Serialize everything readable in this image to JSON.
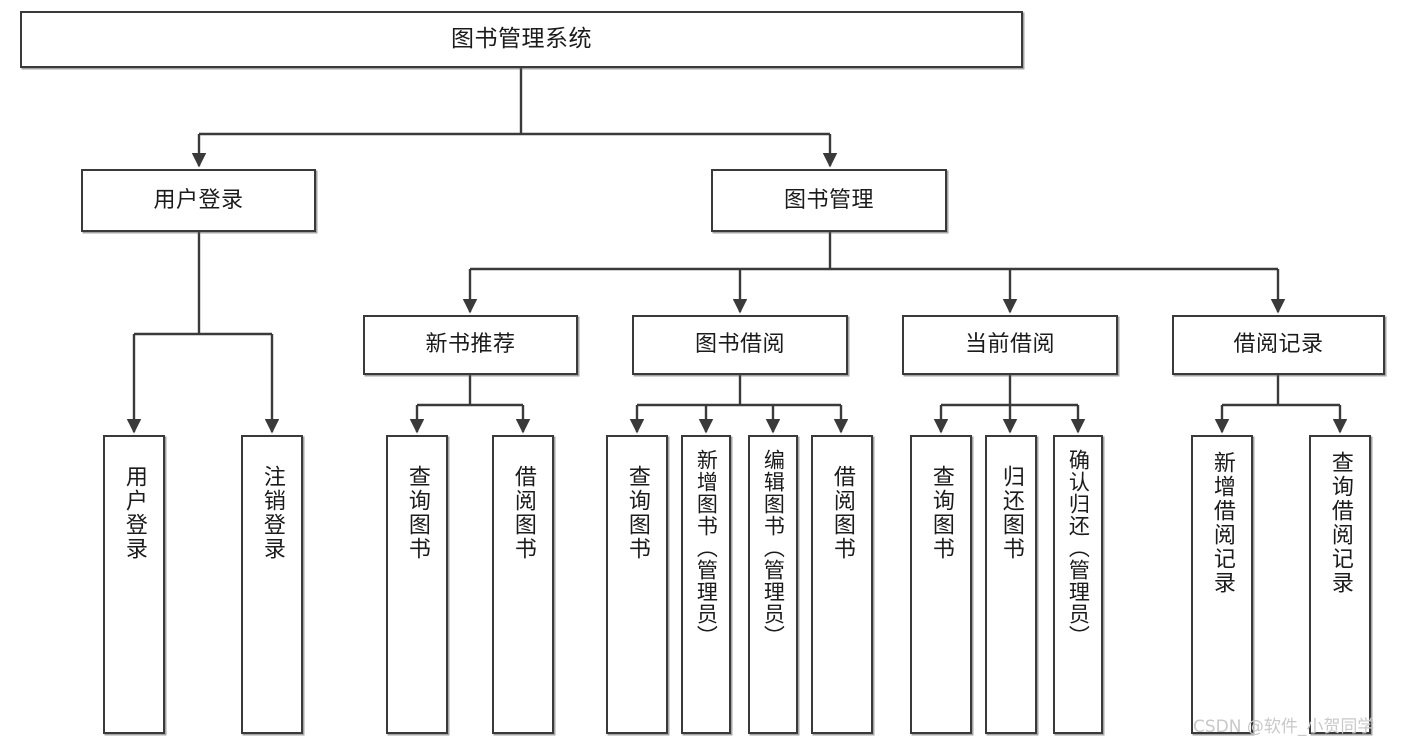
{
  "diagram": {
    "title": "图书管理系统",
    "type": "tree-hierarchy-chart",
    "watermark": "CSDN @软件_小贺同学",
    "line_color": "#3a3a3a",
    "box_fill": "#ffffff",
    "text_color": "#1b1b1b",
    "watermark_color": "#c9c9c9"
  },
  "nodes": {
    "root": {
      "label": "图书管理系统"
    },
    "level2": [
      {
        "id": "user-login",
        "label": "用户登录"
      },
      {
        "id": "book-management",
        "label": "图书管理"
      }
    ],
    "level3": [
      {
        "id": "new-book-recommend",
        "label": "新书推荐"
      },
      {
        "id": "book-borrow",
        "label": "图书借阅"
      },
      {
        "id": "current-borrow",
        "label": "当前借阅"
      },
      {
        "id": "borrow-record",
        "label": "借阅记录"
      }
    ],
    "leaves": {
      "user-login": [
        {
          "id": "leaf-user-login",
          "label": "用户登录"
        },
        {
          "id": "leaf-logout",
          "label": "注销登录"
        }
      ],
      "new-book-recommend": [
        {
          "id": "leaf-query-book-1",
          "label": "查询图书"
        },
        {
          "id": "leaf-borrow-book-1",
          "label": "借阅图书"
        }
      ],
      "book-borrow": [
        {
          "id": "leaf-query-book-2",
          "label": "查询图书"
        },
        {
          "id": "leaf-add-book",
          "label": "新增图书（管理员）"
        },
        {
          "id": "leaf-edit-book",
          "label": "编辑图书（管理员）"
        },
        {
          "id": "leaf-borrow-book-2",
          "label": "借阅图书"
        }
      ],
      "current-borrow": [
        {
          "id": "leaf-query-book-3",
          "label": "查询图书"
        },
        {
          "id": "leaf-return-book",
          "label": "归还图书"
        },
        {
          "id": "leaf-confirm-return",
          "label": "确认归还（管理员）"
        }
      ],
      "borrow-record": [
        {
          "id": "leaf-add-record",
          "label": "新增借阅记录"
        },
        {
          "id": "leaf-query-record",
          "label": "查询借阅记录"
        }
      ]
    }
  }
}
